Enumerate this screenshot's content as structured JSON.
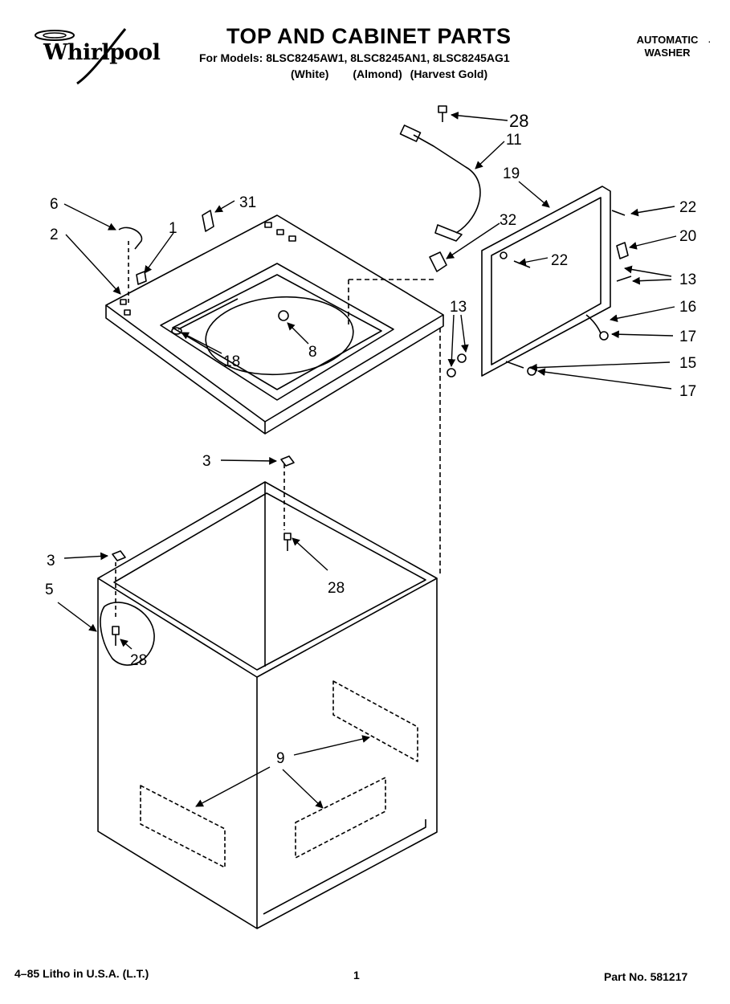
{
  "brand": {
    "name": "Whirlpool"
  },
  "header": {
    "title": "TOP AND CABINET PARTS",
    "models_line": "For Models: 8LSC8245AW1, 8LSC8245AN1, 8LSC8245AG1",
    "finish_white": "(White)",
    "finish_almond": "(Almond)",
    "finish_gold": "(Harvest Gold)",
    "appliance_line1": "AUTOMATIC",
    "appliance_line2": "WASHER"
  },
  "callouts": {
    "c28a": "28",
    "c11": "11",
    "c19": "19",
    "c22a": "22",
    "c6": "6",
    "c31": "31",
    "c2": "2",
    "c1": "1",
    "c32": "32",
    "c20": "20",
    "c22b": "22",
    "c13a": "13",
    "c16": "16",
    "c13b": "13",
    "c17a": "17",
    "c8": "8",
    "c18": "18",
    "c15": "15",
    "c17b": "17",
    "c3a": "3",
    "c28b": "28",
    "c3b": "3",
    "c5": "5",
    "c28c": "28",
    "c9": "9"
  },
  "footer": {
    "print_info": "4–85 Litho in U.S.A. (L.T.)",
    "page": "1",
    "part_no": "Part No. 581217"
  }
}
